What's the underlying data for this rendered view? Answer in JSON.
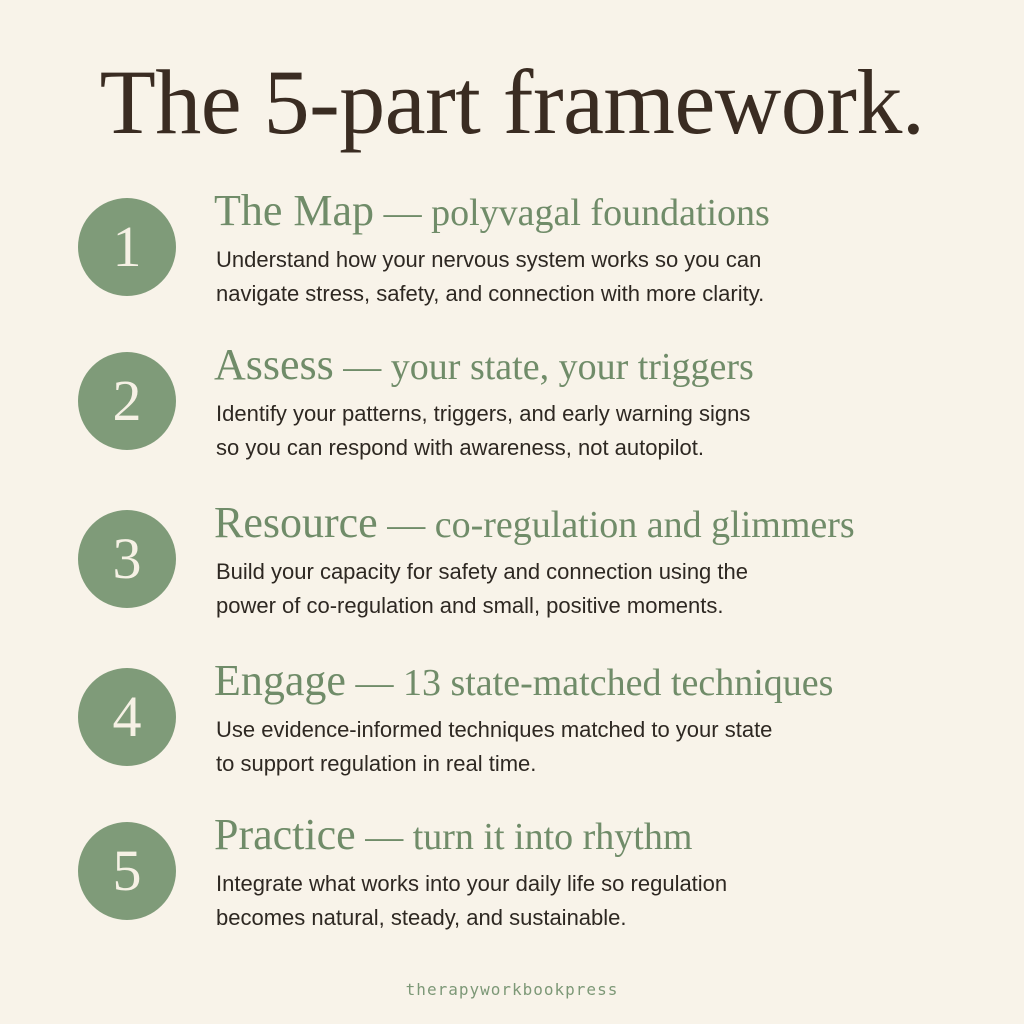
{
  "title": "The 5-part framework.",
  "colors": {
    "background": "#f8f3e9",
    "accent_green": "#7f9b79",
    "heading_green": "#708c69",
    "title_brown": "#3a2c22",
    "body_text": "#2e2822"
  },
  "steps": [
    {
      "number": "1",
      "name": "The Map",
      "separator": " — ",
      "subtitle": "polyvagal foundations",
      "body_lines": [
        "Understand how your nervous system works so you can",
        "navigate stress, safety, and connection with more clarity."
      ]
    },
    {
      "number": "2",
      "name": "Assess",
      "separator": " — ",
      "subtitle": "your state, your triggers",
      "body_lines": [
        "Identify your patterns, triggers, and early warning signs",
        "so you can respond with awareness, not autopilot."
      ]
    },
    {
      "number": "3",
      "name": "Resource",
      "separator": " — ",
      "subtitle": "co-regulation and glimmers",
      "body_lines": [
        "Build your capacity for safety and connection using the",
        "power of co-regulation and small, positive moments."
      ]
    },
    {
      "number": "4",
      "name": "Engage",
      "separator": " — ",
      "subtitle": "13 state-matched techniques",
      "body_lines": [
        "Use evidence-informed techniques matched to your state",
        "to support regulation in real time."
      ]
    },
    {
      "number": "5",
      "name": "Practice",
      "separator": " — ",
      "subtitle": "turn it into rhythm",
      "body_lines": [
        "Integrate what works into your daily life so regulation",
        "becomes natural, steady, and sustainable."
      ]
    }
  ],
  "footer": "therapyworkbookpress"
}
